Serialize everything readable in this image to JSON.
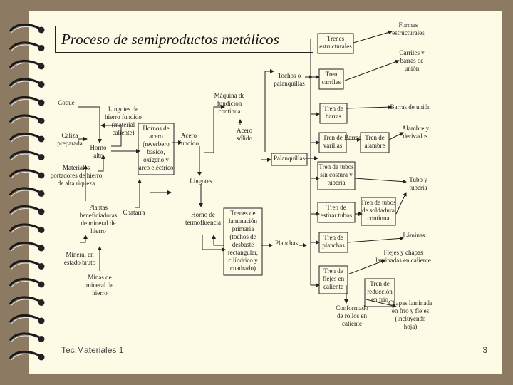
{
  "slide": {
    "title": "Proceso de semiproductos metálicos",
    "footer_left": "Tec.Materiales 1",
    "page_number": "3",
    "accent_color": "#fdfbe6",
    "border_color": "#8c7a62"
  },
  "nodes": [
    {
      "id": "coque",
      "lines": [
        "Coque"
      ]
    },
    {
      "id": "caliza",
      "lines": [
        "Caliza",
        "preparada"
      ]
    },
    {
      "id": "materiales",
      "lines": [
        "Materiales",
        "portadores de hierro",
        "de alta riqueza"
      ]
    },
    {
      "id": "plantas",
      "lines": [
        "Plantas",
        "beneficiadoras",
        "de mineral de",
        "hierro"
      ]
    },
    {
      "id": "mineral",
      "lines": [
        "Mineral en",
        "estado bruto"
      ]
    },
    {
      "id": "minas",
      "lines": [
        "Minas de",
        "mineral de",
        "hierro"
      ]
    },
    {
      "id": "lingotes_arrabio",
      "lines": [
        "Lingotes de",
        "hierro fundido",
        "(material",
        "caliente)"
      ]
    },
    {
      "id": "horno_alto",
      "lines": [
        "Horno",
        "alto"
      ]
    },
    {
      "id": "chatarra",
      "lines": [
        "Chatarra"
      ]
    },
    {
      "id": "hornos_acero",
      "lines": [
        "Hornos de",
        "acero",
        "(reverbero",
        "básico,",
        "oxígeno y",
        "arco eléctrico"
      ]
    },
    {
      "id": "acero_fundido",
      "lines": [
        "Acero",
        "fundido"
      ]
    },
    {
      "id": "lingotes",
      "lines": [
        "Lingotes"
      ]
    },
    {
      "id": "horno_foso",
      "lines": [
        "Horno de",
        "termofluencia"
      ]
    },
    {
      "id": "maquina",
      "lines": [
        "Máquina de",
        "fundición",
        "continua"
      ]
    },
    {
      "id": "acero_solido",
      "lines": [
        "Acero",
        "sólido"
      ]
    },
    {
      "id": "trenes_laminacion",
      "lines": [
        "Trenes de",
        "laminación",
        "primaria",
        "(tochos de",
        "desbaste",
        "rectangular,",
        "cilíndrico y",
        "cuadrado)"
      ]
    },
    {
      "id": "tochos",
      "lines": [
        "Tochos o",
        "palanquillas"
      ]
    },
    {
      "id": "palanquillas",
      "lines": [
        "Palanquillas"
      ]
    },
    {
      "id": "planchas",
      "lines": [
        "Planchas"
      ]
    },
    {
      "id": "trenes_estructurales",
      "lines": [
        "Trenes",
        "estructurales"
      ]
    },
    {
      "id": "tren_carriles",
      "lines": [
        "Tren",
        "carriles"
      ]
    },
    {
      "id": "tren_barras",
      "lines": [
        "Tren de",
        "barras"
      ]
    },
    {
      "id": "tren_varillas",
      "lines": [
        "Tren de",
        "varillas"
      ]
    },
    {
      "id": "barras",
      "lines": [
        "Barras"
      ]
    },
    {
      "id": "tren_alambre",
      "lines": [
        "Tren de",
        "alambre"
      ]
    },
    {
      "id": "tren_tubos_costura",
      "lines": [
        "Tren de tubos",
        "sin costura y",
        "tubería"
      ]
    },
    {
      "id": "tren_estirar",
      "lines": [
        "Tren de",
        "estirar tubos"
      ]
    },
    {
      "id": "tren_tubos_soldadura",
      "lines": [
        "Tren de tubos",
        "de soldadura",
        "continua"
      ]
    },
    {
      "id": "tren_planchas",
      "lines": [
        "Tren de",
        "planchas"
      ]
    },
    {
      "id": "tren_flejes",
      "lines": [
        "Tren de",
        "flejes en",
        "caliente"
      ]
    },
    {
      "id": "tren_reduccion",
      "lines": [
        "Tren de",
        "reducción",
        "en frío"
      ]
    },
    {
      "id": "conformado",
      "lines": [
        "Conformado",
        "de rollos en",
        "caliente"
      ]
    },
    {
      "id": "formas",
      "lines": [
        "Formas",
        "estructurales"
      ]
    },
    {
      "id": "carriles_barras",
      "lines": [
        "Carriles y",
        "barras de",
        "unión"
      ]
    },
    {
      "id": "barras_union",
      "lines": [
        "Barras de unión"
      ]
    },
    {
      "id": "alambre_derivados",
      "lines": [
        "Alambre y",
        "derivados"
      ]
    },
    {
      "id": "tubo",
      "lines": [
        "Tubo y",
        "tubería"
      ]
    },
    {
      "id": "laminas",
      "lines": [
        "Láminas"
      ]
    },
    {
      "id": "flejes_chapas",
      "lines": [
        "Flejes y chapas",
        "laminadas en caliente"
      ]
    },
    {
      "id": "chapas",
      "lines": [
        "Chapas laminada",
        "en frío y flejes",
        "(incluyendo",
        "hoja)"
      ]
    }
  ]
}
